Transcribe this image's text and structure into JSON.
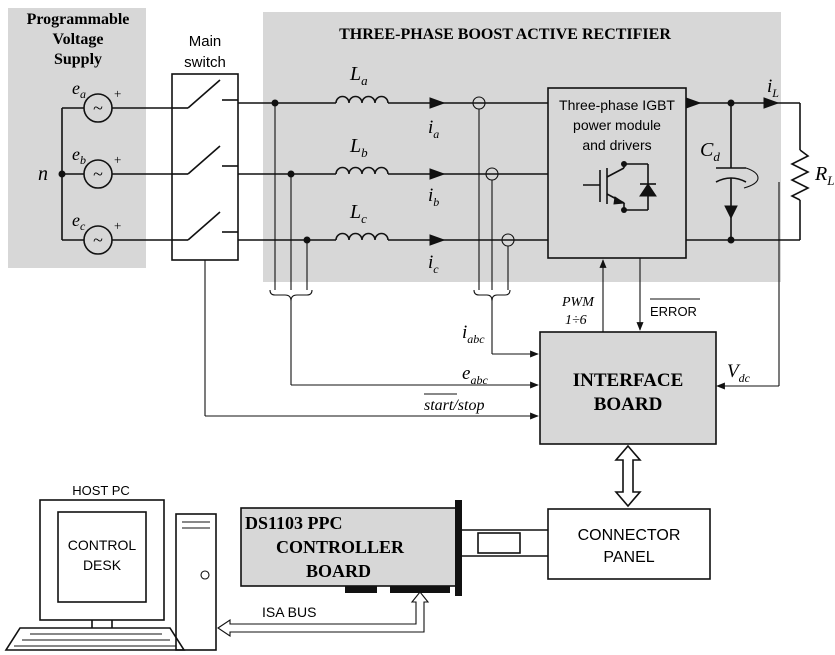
{
  "supply": {
    "title_line1": "Programmable",
    "title_line2": "Voltage",
    "title_line3": "Supply",
    "neutral": "n",
    "sources": [
      {
        "sym": "e",
        "sub": "a",
        "plus": "+",
        "glyph": "~"
      },
      {
        "sym": "e",
        "sub": "b",
        "plus": "+",
        "glyph": "~"
      },
      {
        "sym": "e",
        "sub": "c",
        "plus": "+",
        "glyph": "~"
      }
    ]
  },
  "main_switch": {
    "line1": "Main",
    "line2": "switch"
  },
  "rectifier": {
    "title": "THREE-PHASE BOOST ACTIVE RECTIFIER",
    "inductors": [
      {
        "sym": "L",
        "sub": "a"
      },
      {
        "sym": "L",
        "sub": "b"
      },
      {
        "sym": "L",
        "sub": "c"
      }
    ],
    "currents": [
      {
        "sym": "i",
        "sub": "a"
      },
      {
        "sym": "i",
        "sub": "b"
      },
      {
        "sym": "i",
        "sub": "c"
      }
    ],
    "igbt_line1": "Three-phase IGBT",
    "igbt_line2": "power module",
    "igbt_line3": "and drivers",
    "cap": {
      "sym": "C",
      "sub": "d"
    },
    "load": {
      "sym": "R",
      "sub": "L"
    },
    "load_current": {
      "sym": "i",
      "sub": "L"
    }
  },
  "signals": {
    "pwm_line1": "PWM",
    "pwm_line2": "1÷6",
    "error": "ERROR",
    "iabc": {
      "sym": "i",
      "sub": "abc"
    },
    "eabc": {
      "sym": "e",
      "sub": "abc"
    },
    "vdc": {
      "sym": "V",
      "sub": "dc"
    },
    "start": "start",
    "stop": "/stop"
  },
  "interface_board": {
    "line1": "INTERFACE",
    "line2": "BOARD"
  },
  "connector_panel": {
    "line1": "CONNECTOR",
    "line2": "PANEL"
  },
  "host_pc": {
    "label": "HOST PC",
    "screen_line1": "CONTROL",
    "screen_line2": "DESK"
  },
  "controller": {
    "line1": "DS1103 PPC",
    "line2": "CONTROLLER",
    "line3": "BOARD"
  },
  "isa_bus": "ISA BUS",
  "colors": {
    "panel_gray": "#d7d7d7",
    "ink": "#111111",
    "white": "#ffffff"
  }
}
